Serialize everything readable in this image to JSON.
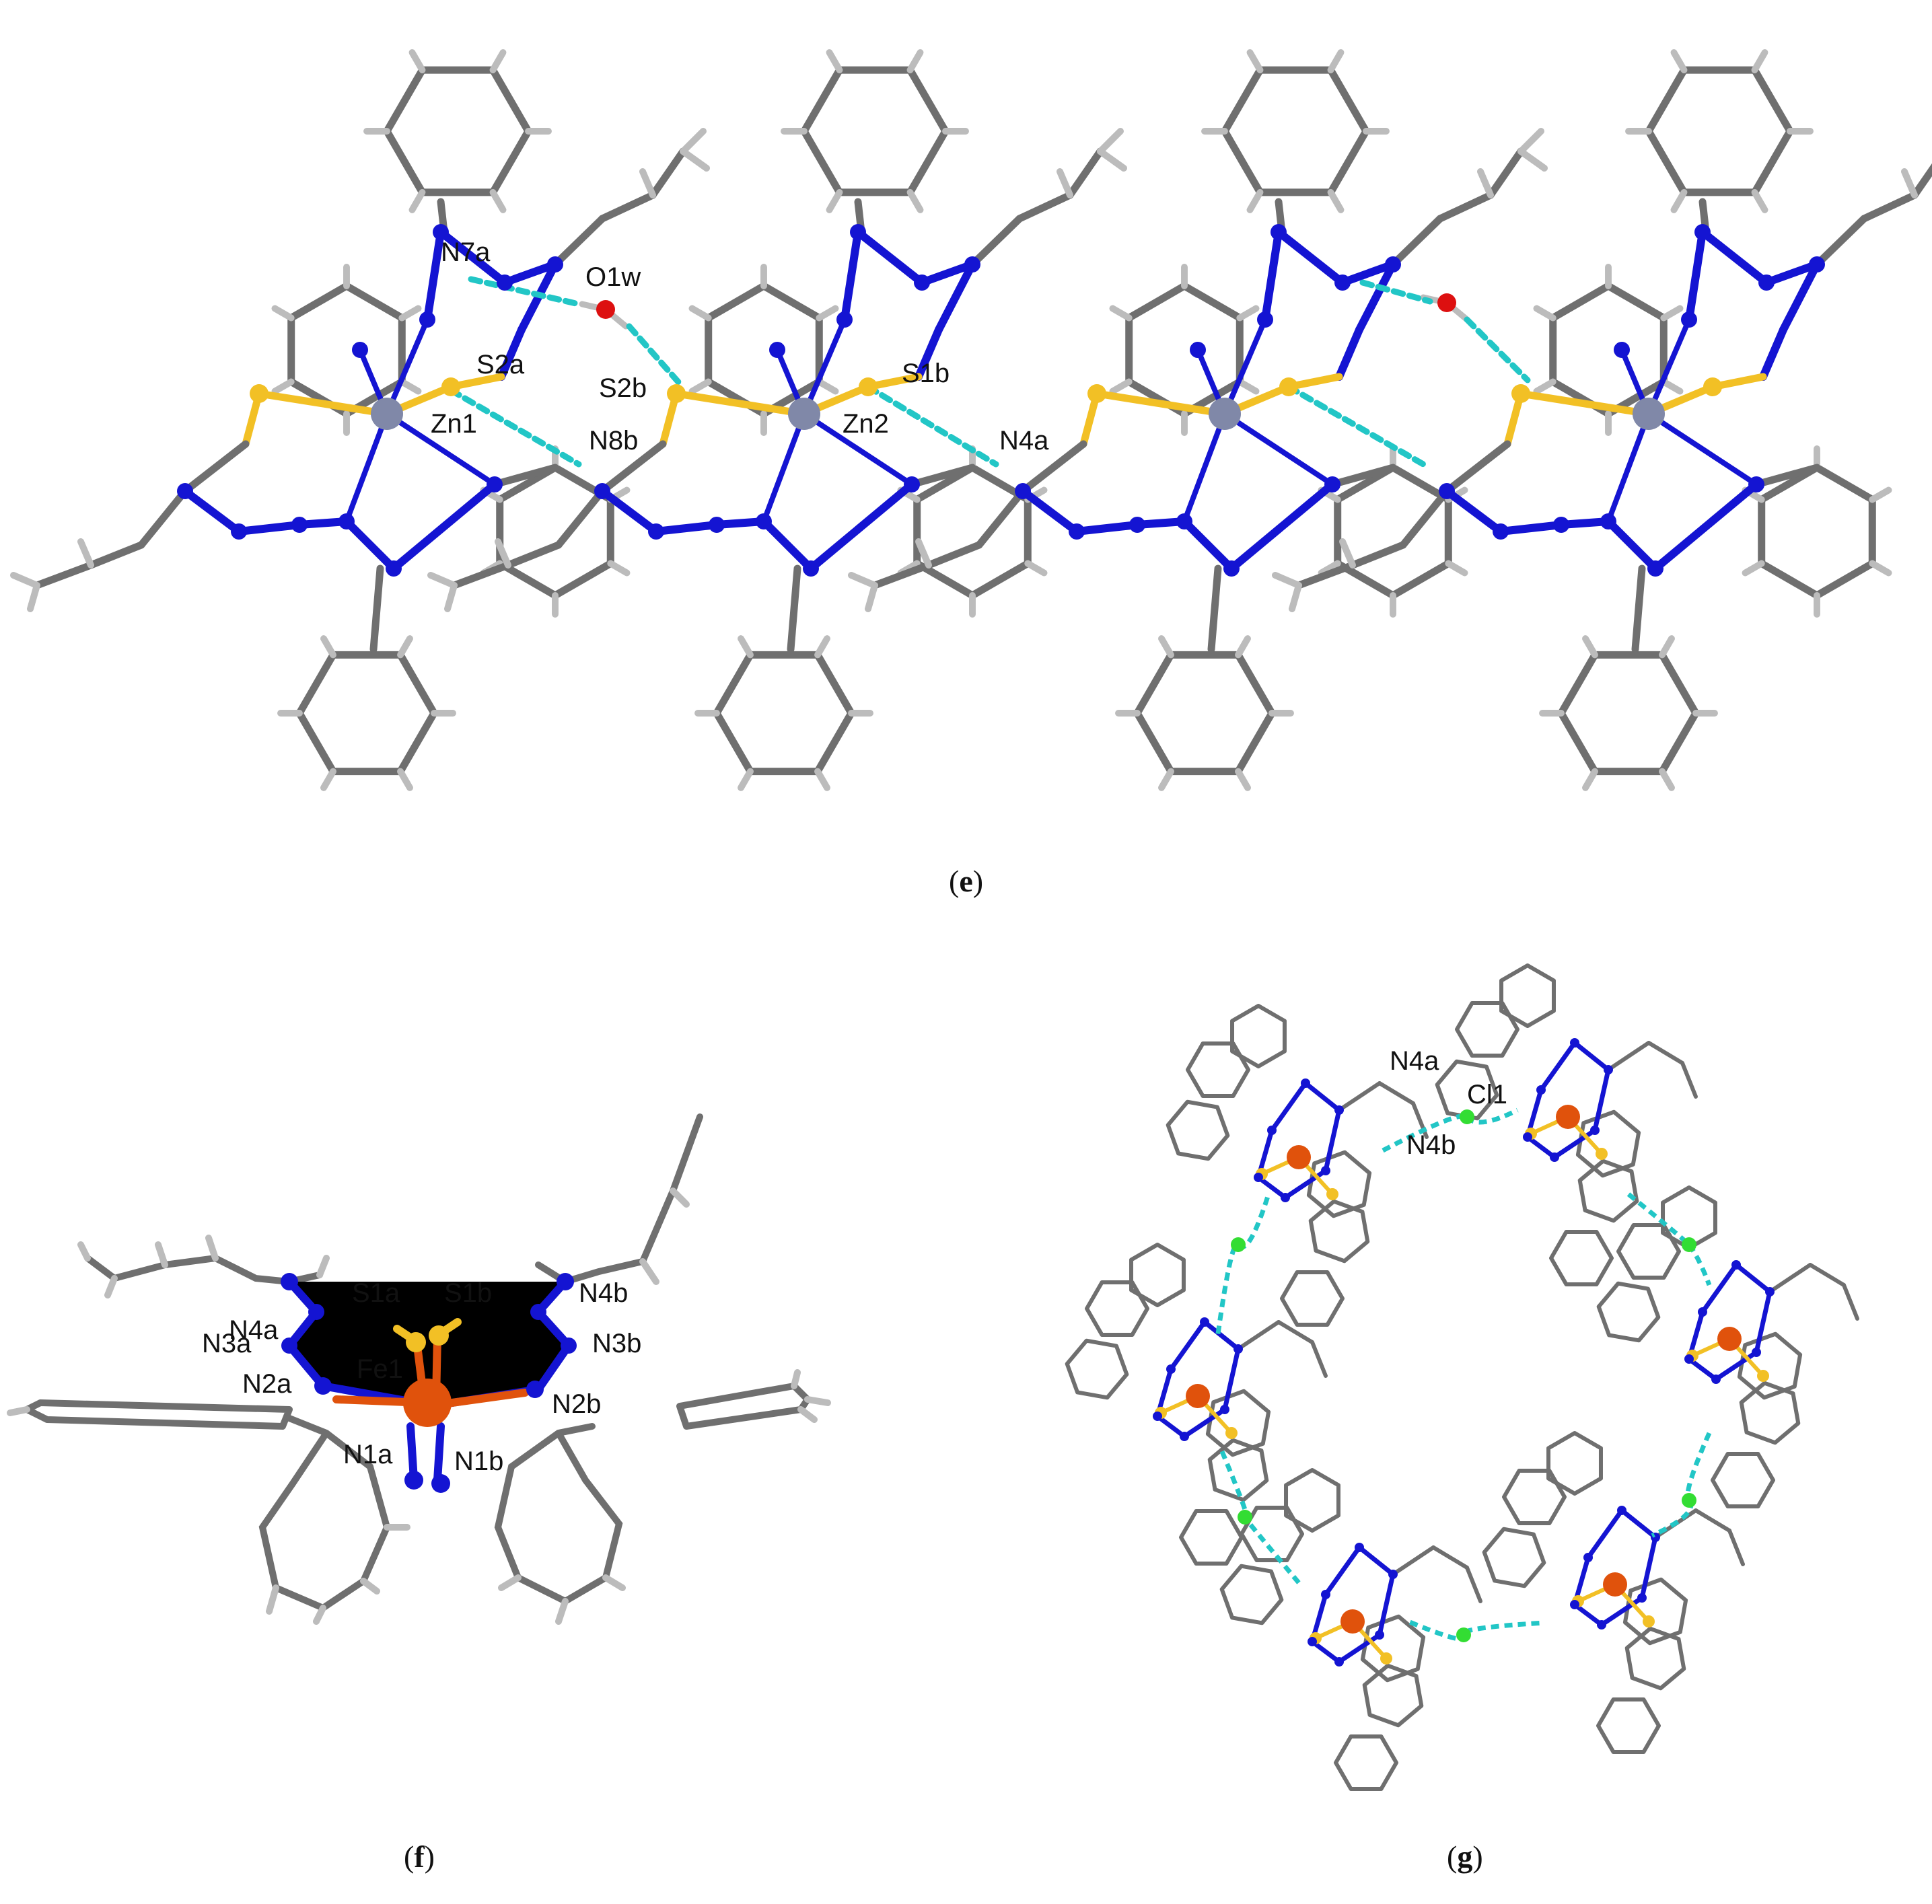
{
  "colors": {
    "carbon": "#6f6f6f",
    "hydrogen": "#bcbcbc",
    "nitrogen": "#1414d2",
    "sulfur": "#f2c025",
    "zinc": "#8088a8",
    "iron": "#e0520c",
    "oxygen": "#dd1010",
    "chlorine": "#33dd33",
    "hbond": "#22c6c6"
  },
  "panels": {
    "e": {
      "caption": {
        "open": "(",
        "letter": "e",
        "close": ")"
      },
      "labels": [
        "N7a",
        "O1w",
        "S2a",
        "S2b",
        "S1b",
        "Zn1",
        "Zn2",
        "N8b",
        "N4a"
      ]
    },
    "f": {
      "caption": {
        "open": "(",
        "letter": "f",
        "close": ")"
      },
      "labels": [
        "N4a",
        "S1a",
        "S1b",
        "N4b",
        "N3a",
        "N3b",
        "N2a",
        "Fe1",
        "N2b",
        "N1a",
        "N1b"
      ]
    },
    "g": {
      "caption": {
        "open": "(",
        "letter": "g",
        "close": ")"
      },
      "labels": [
        "N4a",
        "Cl1",
        "N4b"
      ]
    }
  }
}
